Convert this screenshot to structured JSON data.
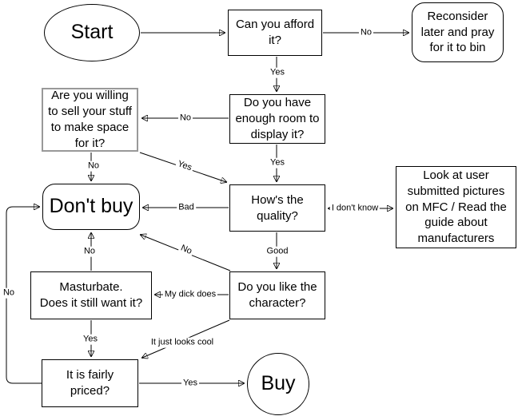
{
  "diagram": {
    "colors": {
      "background": "#ffffff",
      "node_fill": "#ffffff",
      "node_stroke": "#000000",
      "highlighted_node_stroke": "#999999",
      "edge_stroke": "#000000",
      "text": "#000000"
    },
    "nodes": [
      {
        "id": "start",
        "shape": "ellipse",
        "label": "Start"
      },
      {
        "id": "can-you-afford-it",
        "shape": "rectangle",
        "label": "Can you afford\nit?"
      },
      {
        "id": "reconsider-later",
        "shape": "rounded-rectangle",
        "label": "Reconsider\nlater and pray\nfor it to bin"
      },
      {
        "id": "sell-your-stuff",
        "shape": "rectangle",
        "label": "Are you willing\nto sell your stuff\nto make space\nfor it?"
      },
      {
        "id": "enough-room",
        "shape": "rectangle",
        "label": "Do you have\nenough room to\ndisplay it?"
      },
      {
        "id": "dont-buy",
        "shape": "rounded-rectangle",
        "label": "Don't buy"
      },
      {
        "id": "hows-the-quality",
        "shape": "rectangle",
        "label": "How's the\nquality?"
      },
      {
        "id": "mfc-guide",
        "shape": "rectangle",
        "label": "Look at user\nsubmitted pictures\non MFC / Read the\nguide about\nmanufacturers"
      },
      {
        "id": "masturbate",
        "shape": "rectangle",
        "label": "Masturbate.\nDoes it still want it?"
      },
      {
        "id": "like-the-character",
        "shape": "rectangle",
        "label": "Do you like the\ncharacter?"
      },
      {
        "id": "fairly-priced",
        "shape": "rectangle",
        "label": "It is fairly\npriced?"
      },
      {
        "id": "buy",
        "shape": "circle",
        "label": "Buy"
      }
    ],
    "edges": [
      {
        "from": "start",
        "to": "can-you-afford-it"
      },
      {
        "from": "can-you-afford-it",
        "to": "reconsider-later",
        "label": "No"
      },
      {
        "from": "can-you-afford-it",
        "to": "enough-room",
        "label": "Yes"
      },
      {
        "from": "enough-room",
        "to": "sell-your-stuff",
        "label": "No"
      },
      {
        "from": "sell-your-stuff",
        "to": "dont-buy",
        "label": "No"
      },
      {
        "from": "sell-your-stuff",
        "to": "hows-the-quality",
        "label": "Yes"
      },
      {
        "from": "enough-room",
        "to": "hows-the-quality",
        "label": "Yes"
      },
      {
        "from": "hows-the-quality",
        "to": "dont-buy",
        "label": "Bad"
      },
      {
        "from": "hows-the-quality",
        "to": "mfc-guide",
        "label": "I don't know",
        "bidirectional": true
      },
      {
        "from": "hows-the-quality",
        "to": "like-the-character",
        "label": "Good"
      },
      {
        "from": "like-the-character",
        "to": "dont-buy",
        "label": "No"
      },
      {
        "from": "like-the-character",
        "to": "masturbate",
        "label": "My dick does"
      },
      {
        "from": "masturbate",
        "to": "dont-buy",
        "label": "No"
      },
      {
        "from": "masturbate",
        "to": "fairly-priced",
        "label": "Yes"
      },
      {
        "from": "like-the-character",
        "to": "fairly-priced",
        "label": "It just looks cool"
      },
      {
        "from": "fairly-priced",
        "to": "buy",
        "label": "Yes"
      },
      {
        "from": "fairly-priced",
        "to": "dont-buy",
        "label": "No"
      }
    ]
  }
}
